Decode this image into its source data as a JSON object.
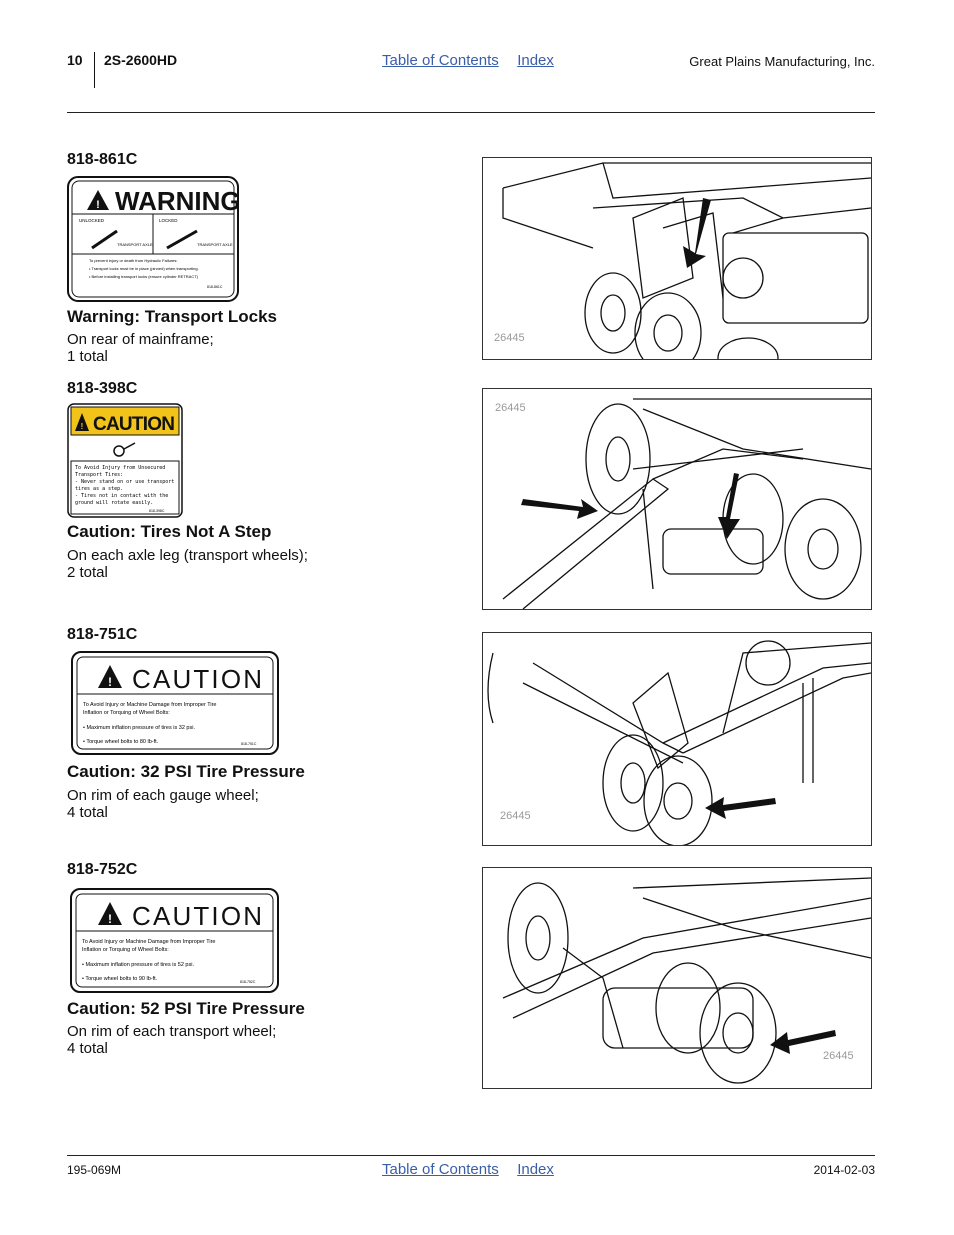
{
  "header": {
    "page_number": "10",
    "model": "2S-2600HD",
    "links": [
      "Table of Contents",
      "Index"
    ],
    "company": "Great Plains Manufacturing, Inc."
  },
  "decals": [
    {
      "part_number": "818-861C",
      "decal_heading": "WARNING",
      "decal_labels": [
        "UNLOCKED",
        "LOCKED",
        "TRANSPORT AXLE",
        "TRANSPORT AXLE"
      ],
      "decal_lines": [
        "To prevent injury or death from Hydraulic Failures:",
        "• Transport locks must be in place (pinned) when transporting.",
        "• Before installing transport locks (ensure cylinder RETRACT)"
      ],
      "decal_code": "818-861C",
      "title": "Warning: Transport Locks",
      "location": "On rear of mainframe;",
      "quantity": "1 total"
    },
    {
      "part_number": "818-398C",
      "decal_heading": "CAUTION",
      "decal_lines": [
        "To Avoid Injury from Unsecured",
        "Transport Tires:",
        "- Never stand on or use transport",
        "  tires as a step.",
        "- Tires not in contact with the",
        "  ground will rotate easily."
      ],
      "decal_code": "818-398C",
      "title": "Caution: Tires Not A Step",
      "location": "On each axle leg (transport wheels);",
      "quantity": "2 total"
    },
    {
      "part_number": "818-751C",
      "decal_heading": "CAUTION",
      "decal_lines": [
        "To Avoid Injury or Machine Damage from Improper Tire",
        "Inflation or Torquing of Wheel Bolts:",
        "• Maximum inflation pressure of tires is 32 psi.",
        "• Torque wheel bolts to 80 lb-ft."
      ],
      "decal_code": "818-751C",
      "title": "Caution: 32 PSI Tire Pressure",
      "location": "On rim of each gauge wheel;",
      "quantity": "4 total"
    },
    {
      "part_number": "818-752C",
      "decal_heading": "CAUTION",
      "decal_lines": [
        "To Avoid Injury or Machine Damage from Improper Tire",
        "Inflation or Torquing of Wheel Bolts:",
        "• Maximum inflation pressure of tires is 52 psi.",
        "• Torque wheel bolts to 90 lb-ft."
      ],
      "decal_code": "818-752C",
      "title": "Caution: 52 PSI Tire Pressure",
      "location": "On rim of each transport wheel;",
      "quantity": "4 total"
    }
  ],
  "figures": [
    {
      "figure_id": "26445"
    },
    {
      "figure_id": "26445"
    },
    {
      "figure_id": "26445"
    },
    {
      "figure_id": "26445"
    }
  ],
  "footer": {
    "doc_number": "195-069M",
    "links": [
      "Table of Contents",
      "Index"
    ],
    "date": "2014-02-03"
  },
  "colors": {
    "link": "#3b5ea8",
    "caution_yellow": "#f2c318",
    "ink": "#111111"
  }
}
